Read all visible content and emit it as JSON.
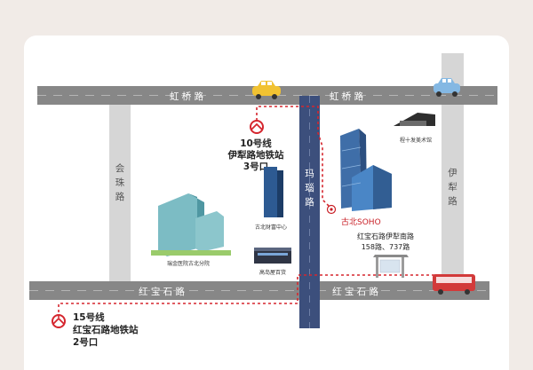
{
  "colors": {
    "background": "#f1ebe7",
    "card": "#ffffff",
    "road": "#878787",
    "road_edge": "#a9a9a9",
    "road_text": "#ffffff",
    "vertical_road": "#d6d6d6",
    "metro_road": "#3c4f7c",
    "route": "#d5262e",
    "metro_logo": "#d5262e",
    "label": "#222222",
    "accent_red": "#c81e25",
    "bus": "#d23a3a",
    "taxi": "#f1c232",
    "car_blue": "#84b8e3"
  },
  "roads": {
    "hongqiao_left": "虹 桥 路",
    "hongqiao_right": "虹 桥 路",
    "hongbaoshi_left": "红 宝 石 路",
    "hongbaoshi_right": "红 宝 石 路",
    "huizhu": [
      "会",
      "珠",
      "路"
    ],
    "maxuan": [
      "玛",
      "瑙",
      "路"
    ],
    "yili": [
      "伊",
      "犁",
      "路"
    ]
  },
  "stations": {
    "line10": {
      "line": "10号线",
      "name": "伊犁路地铁站",
      "exit": "3号口"
    },
    "line15": {
      "line": "15号线",
      "name": "红宝石路地铁站",
      "exit": "2号口"
    }
  },
  "landmarks": {
    "gubei_soho": "古北SOHO",
    "gubei_caifu": "古北财富中心",
    "gallery": "程十发美术馆",
    "hospital": "瑞金医院古北分院",
    "nanjing_mall": "高岛屋百货",
    "bus_stop_title": "红宝石路伊犁南路",
    "bus_stop_routes": "158路、737路"
  },
  "icons": [
    "metro-logo-icon",
    "taxi-icon",
    "car-icon",
    "bus-icon",
    "pin-icon"
  ]
}
